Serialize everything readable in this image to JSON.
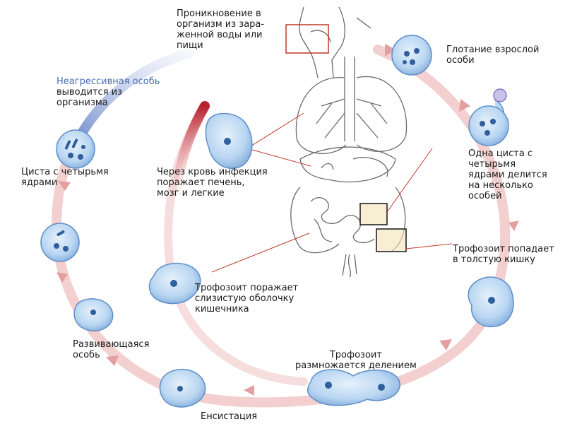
{
  "colors": {
    "cycle_ring": "#f2c9c9",
    "cycle_arrow": "#e9a3a3",
    "blue_arc": "#8fa3d6",
    "blood_arc": "#c9303c",
    "cell_fill": "#b9d6f2",
    "cell_stroke": "#5f8fc9",
    "nucleus": "#2f5f9c",
    "organ_stroke": "#6b6b6b",
    "highlight_red": "#c0392b",
    "label_blue": "#4a6fb0"
  },
  "icons": [
    "human-organ-outline",
    "amoeba-cell",
    "cyst-cell",
    "circular-arrow"
  ],
  "labels": {
    "ingestion": "Проникновение в\nорганизм из зара-\nженной воды или\nпищи",
    "swallow": "Глотание взрослой\nособи",
    "nonaggressive_highlight": "Неагрессивная особь",
    "nonaggressive_rest": "выводится из\nорганизма",
    "cyst_four": "Циста с четырьмя\nядрами",
    "blood": "Через кровь инфекция\nпоражает печень,\nмозг и легкие",
    "divides": "Одна циста с\nчетырьмя\nядрами делится\nна несколько\nособей",
    "colon": "Трофозоит попадает\nв толстую кишку",
    "mucosa": "Трофозоит поражает\nслизистую оболочку\nкишечника",
    "developing": "Развивающаяся\nособь",
    "multiplies": "Трофозоит\nразмножается делением",
    "encystation": "Енсистация"
  }
}
